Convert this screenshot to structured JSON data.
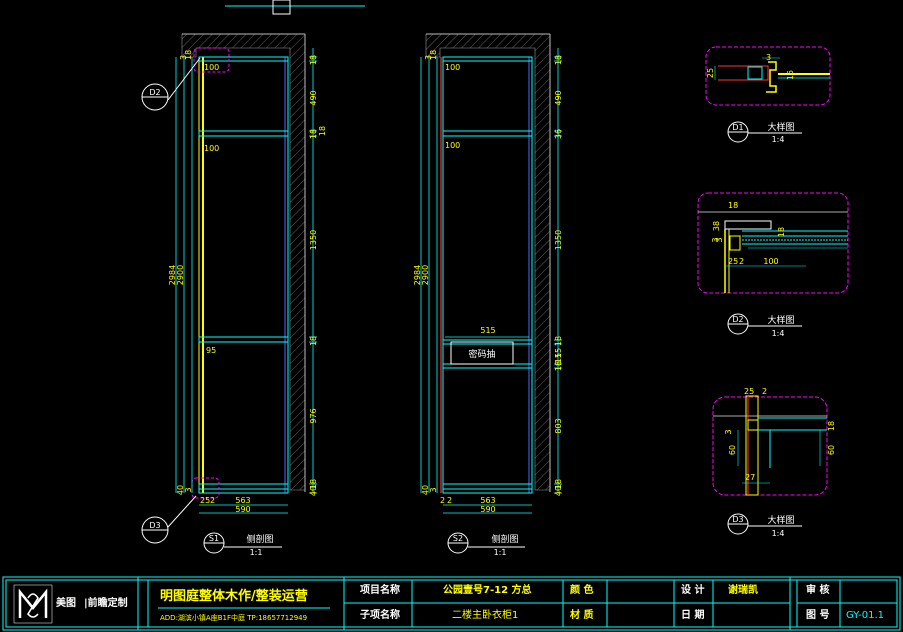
{
  "colors": {
    "background": "#000000",
    "cyan": "#00ffff",
    "yellow": "#ffff00",
    "magenta": "#ff00ff",
    "white": "#ffffff",
    "red": "#ff3333",
    "blue": "#4a6cff"
  },
  "views": {
    "s1": {
      "tag": "S1",
      "name": "侧剖图",
      "scale": "1:1",
      "dims_right": [
        "18",
        "490",
        "18",
        "1350",
        "18",
        "976",
        "18",
        "40"
      ],
      "dims_far_right": [
        "18"
      ],
      "dims_left": [
        "2984",
        "2900",
        "40",
        "3"
      ],
      "top_labels": [
        "3",
        "18",
        "100"
      ],
      "inner_labels": [
        "100",
        "95"
      ],
      "bottom_labels": [
        "25",
        "2",
        "563",
        "590"
      ],
      "callouts": [
        "D2",
        "D3"
      ]
    },
    "s2": {
      "tag": "S2",
      "name": "侧剖图",
      "scale": "1:1",
      "dims_right": [
        "18",
        "490",
        "36",
        "1350",
        "18",
        "15",
        "15",
        "18",
        "803",
        "18",
        "40"
      ],
      "dims_left": [
        "2984",
        "2900",
        "40",
        "3"
      ],
      "top_labels": [
        "3",
        "18",
        "100"
      ],
      "inner_labels": [
        "100",
        "515"
      ],
      "drawer_label": "密码抽",
      "bottom_labels": [
        "2",
        "2",
        "563",
        "590"
      ]
    }
  },
  "details": {
    "d1": {
      "tag": "D1",
      "name": "大样图",
      "scale": "1:4",
      "labels": [
        "3",
        "25",
        "15"
      ]
    },
    "d2": {
      "tag": "D2",
      "name": "大样图",
      "scale": "1:4",
      "labels": [
        "18",
        "38",
        "3",
        "3",
        "18",
        "25",
        "2",
        "100"
      ]
    },
    "d3": {
      "tag": "D3",
      "name": "大样图",
      "scale": "1:4",
      "labels": [
        "25",
        "2",
        "3",
        "60",
        "18",
        "60",
        "27"
      ]
    }
  },
  "title_block": {
    "logo_text": "美图",
    "logo_sub": "|前瞻定制",
    "company": "明图庭整体木作/整装运营",
    "address": "ADD:湖滨小镇A座B1F中庭   TP:18657712949",
    "project_label": "项目名称",
    "project_value": "公园壹号7-12  方总",
    "subitem_label": "子项名称",
    "subitem_value": "二楼主卧衣柜1",
    "color_label": "颜 色",
    "color_value": "",
    "material_label": "材 质",
    "material_value": "",
    "design_label": "设 计",
    "design_value": "谢瑞凯",
    "date_label": "日 期",
    "date_value": "",
    "review_label": "审 核",
    "review_value": "",
    "drawing_no_label": "图 号",
    "drawing_no_value": "GY-01.1"
  }
}
